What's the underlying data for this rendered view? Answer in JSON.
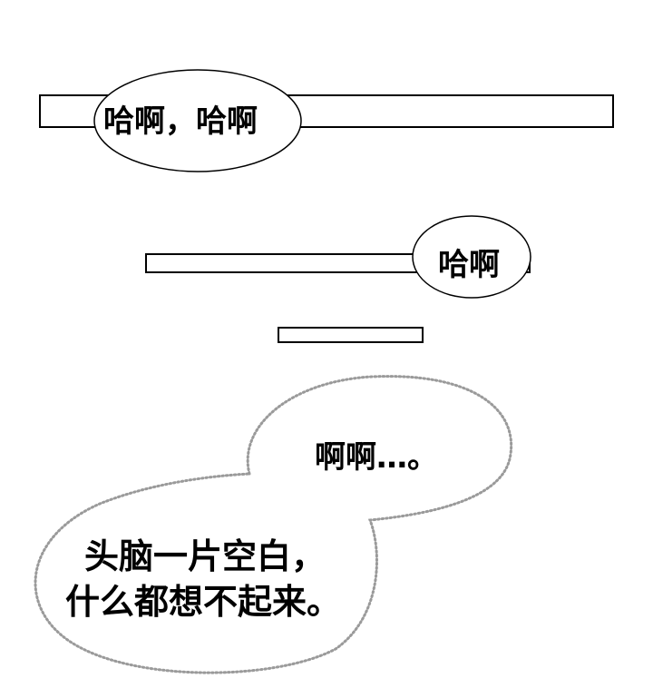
{
  "bubbles": {
    "pant_1": "哈啊，哈啊",
    "pant_2": "哈啊",
    "thought_1": "啊啊…。",
    "thought_2_line1": "头脑一片空白，",
    "thought_2_line2": "什么都想不起来。"
  },
  "colors": {
    "outline": "#000000",
    "dotted_outline": "#9a9a9a"
  }
}
